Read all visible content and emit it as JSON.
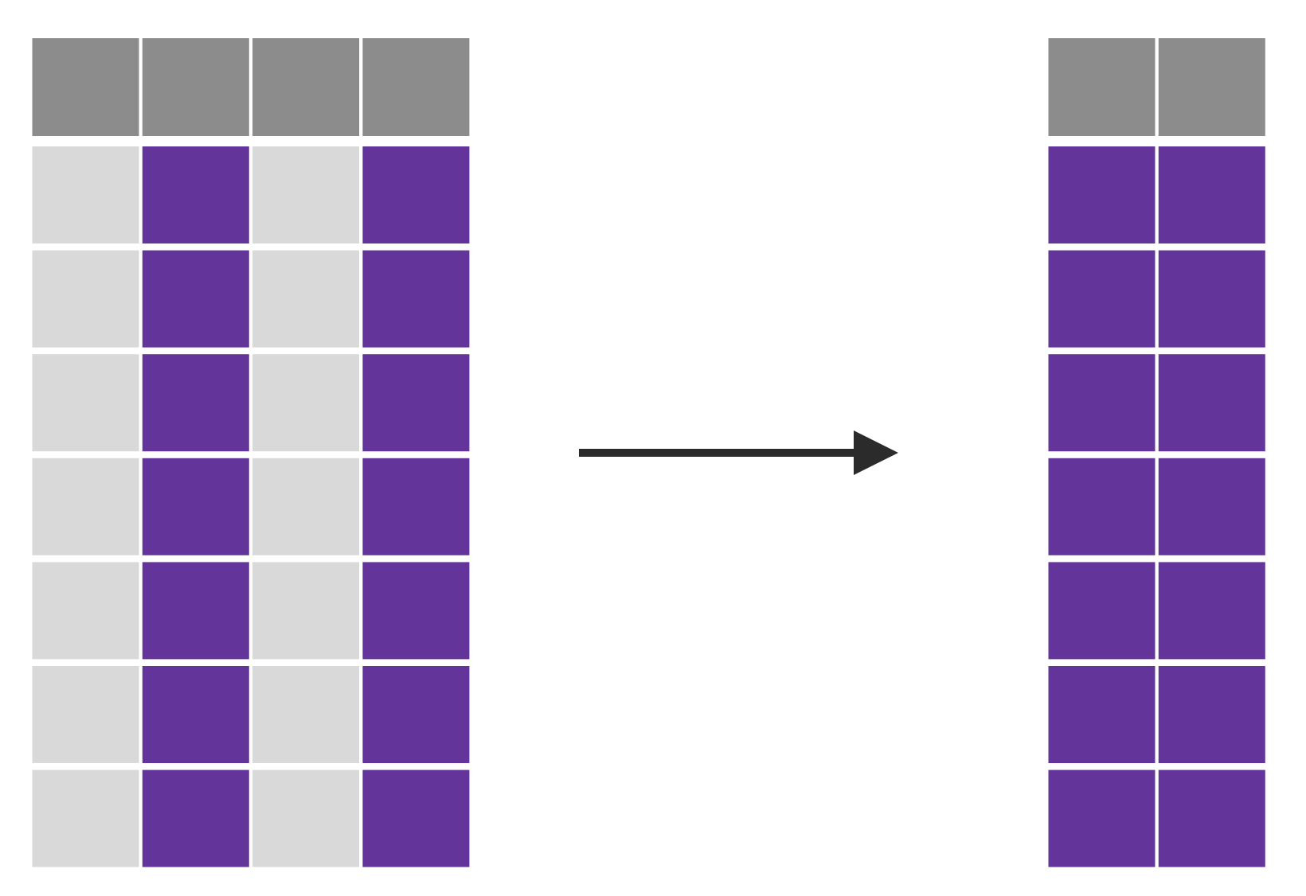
{
  "colors": {
    "background": "#ffffff",
    "header": "#8c8c8c",
    "selected": "#633499",
    "unselected": "#d9d9d9",
    "arrow": "#2b2b2b",
    "gap": "#ffffff"
  },
  "source_table": {
    "header_cells": 4,
    "rows": 7,
    "columns": [
      {
        "state": "unselected"
      },
      {
        "state": "selected"
      },
      {
        "state": "unselected"
      },
      {
        "state": "selected"
      }
    ]
  },
  "result_table": {
    "header_cells": 2,
    "rows": 7,
    "columns": [
      {
        "state": "selected"
      },
      {
        "state": "selected"
      }
    ]
  },
  "arrow": {
    "direction": "right"
  }
}
